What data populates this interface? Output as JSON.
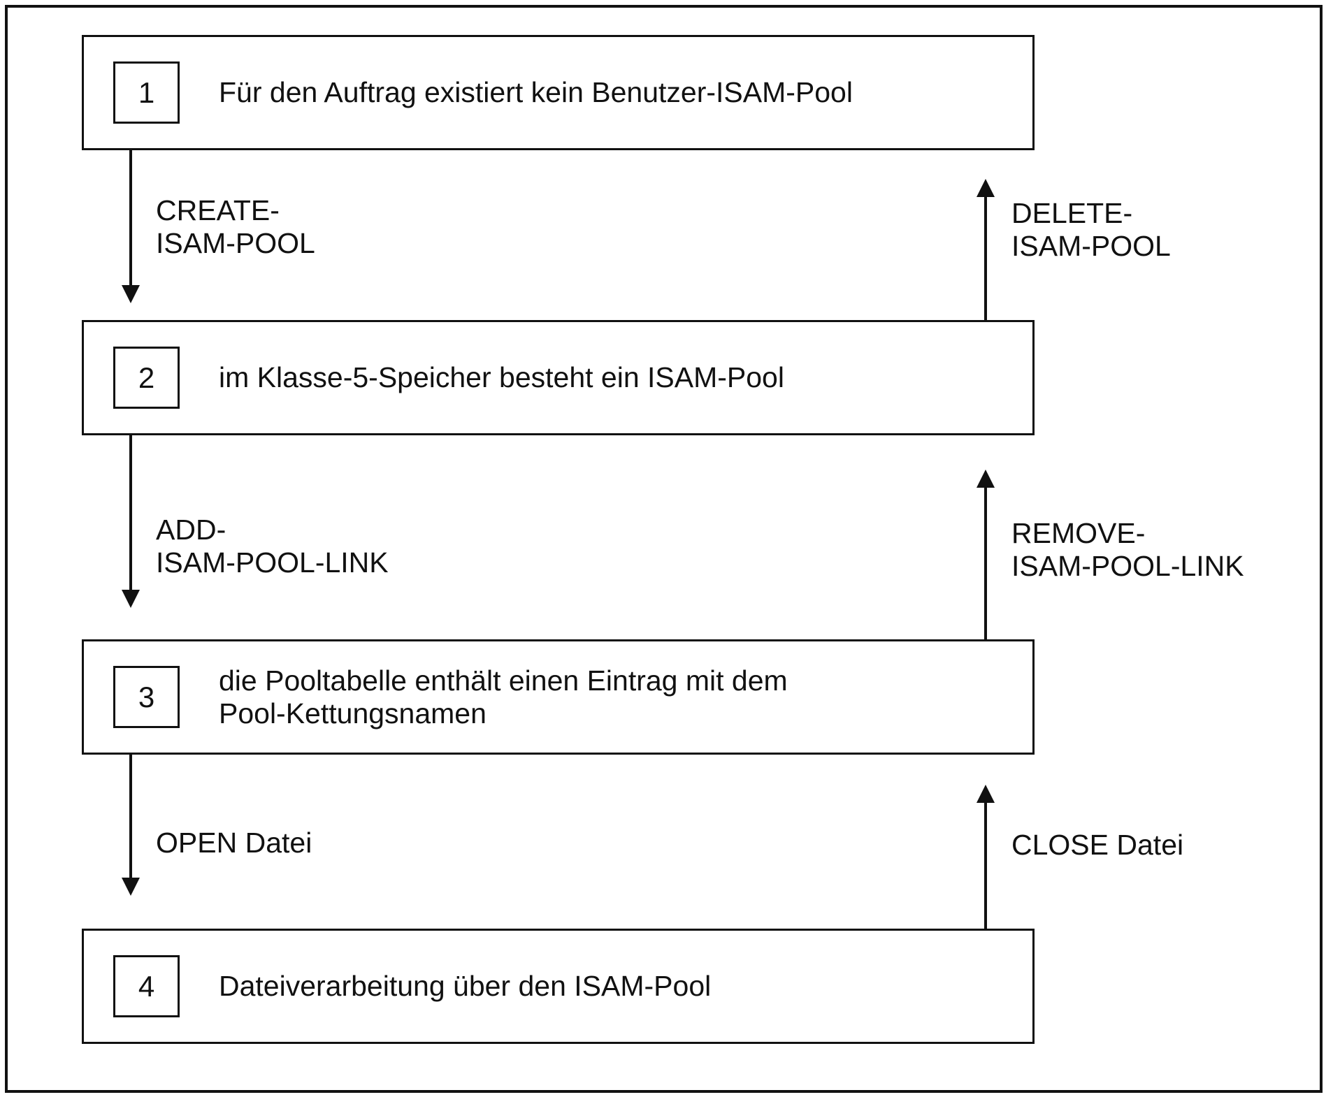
{
  "diagram": {
    "states": [
      {
        "number": "1",
        "lines": [
          "Für den Auftrag existiert kein Benutzer-ISAM-Pool"
        ]
      },
      {
        "number": "2",
        "lines": [
          "im Klasse-5-Speicher besteht ein ISAM-Pool"
        ]
      },
      {
        "number": "3",
        "lines": [
          "die Pooltabelle enthält einen Eintrag mit dem",
          "Pool-Kettungsnamen"
        ]
      },
      {
        "number": "4",
        "lines": [
          "Dateiverarbeitung über den ISAM-Pool"
        ]
      }
    ],
    "transitions": [
      {
        "direction": "down",
        "from": "1",
        "to": "2",
        "lines": [
          "CREATE-",
          "ISAM-POOL"
        ]
      },
      {
        "direction": "up",
        "from": "2",
        "to": "1",
        "lines": [
          "DELETE-",
          "ISAM-POOL"
        ]
      },
      {
        "direction": "down",
        "from": "2",
        "to": "3",
        "lines": [
          "ADD-",
          "ISAM-POOL-LINK"
        ]
      },
      {
        "direction": "up",
        "from": "3",
        "to": "2",
        "lines": [
          "REMOVE-",
          "ISAM-POOL-LINK"
        ]
      },
      {
        "direction": "down",
        "from": "3",
        "to": "4",
        "lines": [
          "OPEN Datei"
        ]
      },
      {
        "direction": "up",
        "from": "4",
        "to": "3",
        "lines": [
          "CLOSE Datei"
        ]
      }
    ],
    "icons": {
      "down_arrow": "arrow-down-icon",
      "up_arrow": "arrow-up-icon"
    },
    "colors": {
      "line": "#111111",
      "text": "#111111",
      "background": "#ffffff"
    }
  }
}
